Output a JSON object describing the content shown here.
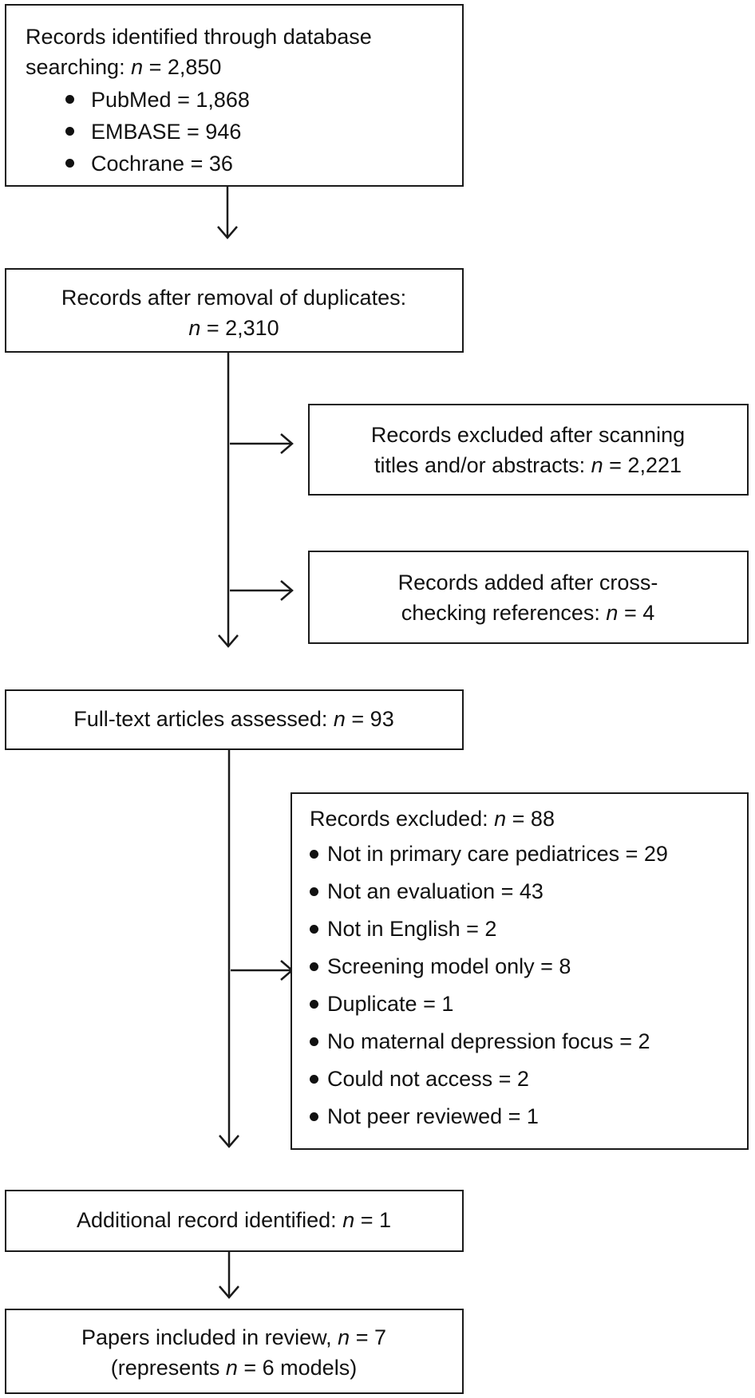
{
  "boxes": {
    "identified": {
      "line1": "Records identified through database",
      "line2_prefix": "searching:  ",
      "n_symbol": "n",
      "line2_value": " = 2,850",
      "items": [
        "PubMed = 1,868",
        "EMBASE = 946",
        "Cochrane = 36"
      ]
    },
    "after_duplicates": {
      "line1": "Records after removal of duplicates:",
      "n_symbol": "n",
      "line2_value": " = 2,310"
    },
    "excluded_scanning": {
      "line1": "Records excluded after scanning",
      "line2_prefix": "titles and/or abstracts: ",
      "n_symbol": "n",
      "line2_value": " = 2,221"
    },
    "added_crosscheck": {
      "line1": "Records added after cross-",
      "line2_prefix": "checking references: ",
      "n_symbol": "n",
      "line2_value": " = 4"
    },
    "fulltext": {
      "prefix": "Full-text articles assessed: ",
      "n_symbol": "n",
      "value": " = 93"
    },
    "excluded_fulltext": {
      "prefix": "Records excluded: ",
      "n_symbol": "n",
      "value": " = 88",
      "items": [
        "Not in primary care pediatrices = 29",
        "Not an evaluation = 43",
        "Not in English = 2",
        "Screening model only = 8",
        "Duplicate = 1",
        "No maternal depression focus = 2",
        "Could not access = 2",
        "Not peer reviewed = 1"
      ]
    },
    "additional": {
      "prefix": "Additional record identified: ",
      "n_symbol": "n",
      "value": " = 1"
    },
    "included": {
      "line1_prefix": "Papers included in review, ",
      "n_symbol": "n",
      "line1_value": " = 7",
      "line2_prefix": "(represents ",
      "line2_value": " = 6 models)"
    }
  }
}
